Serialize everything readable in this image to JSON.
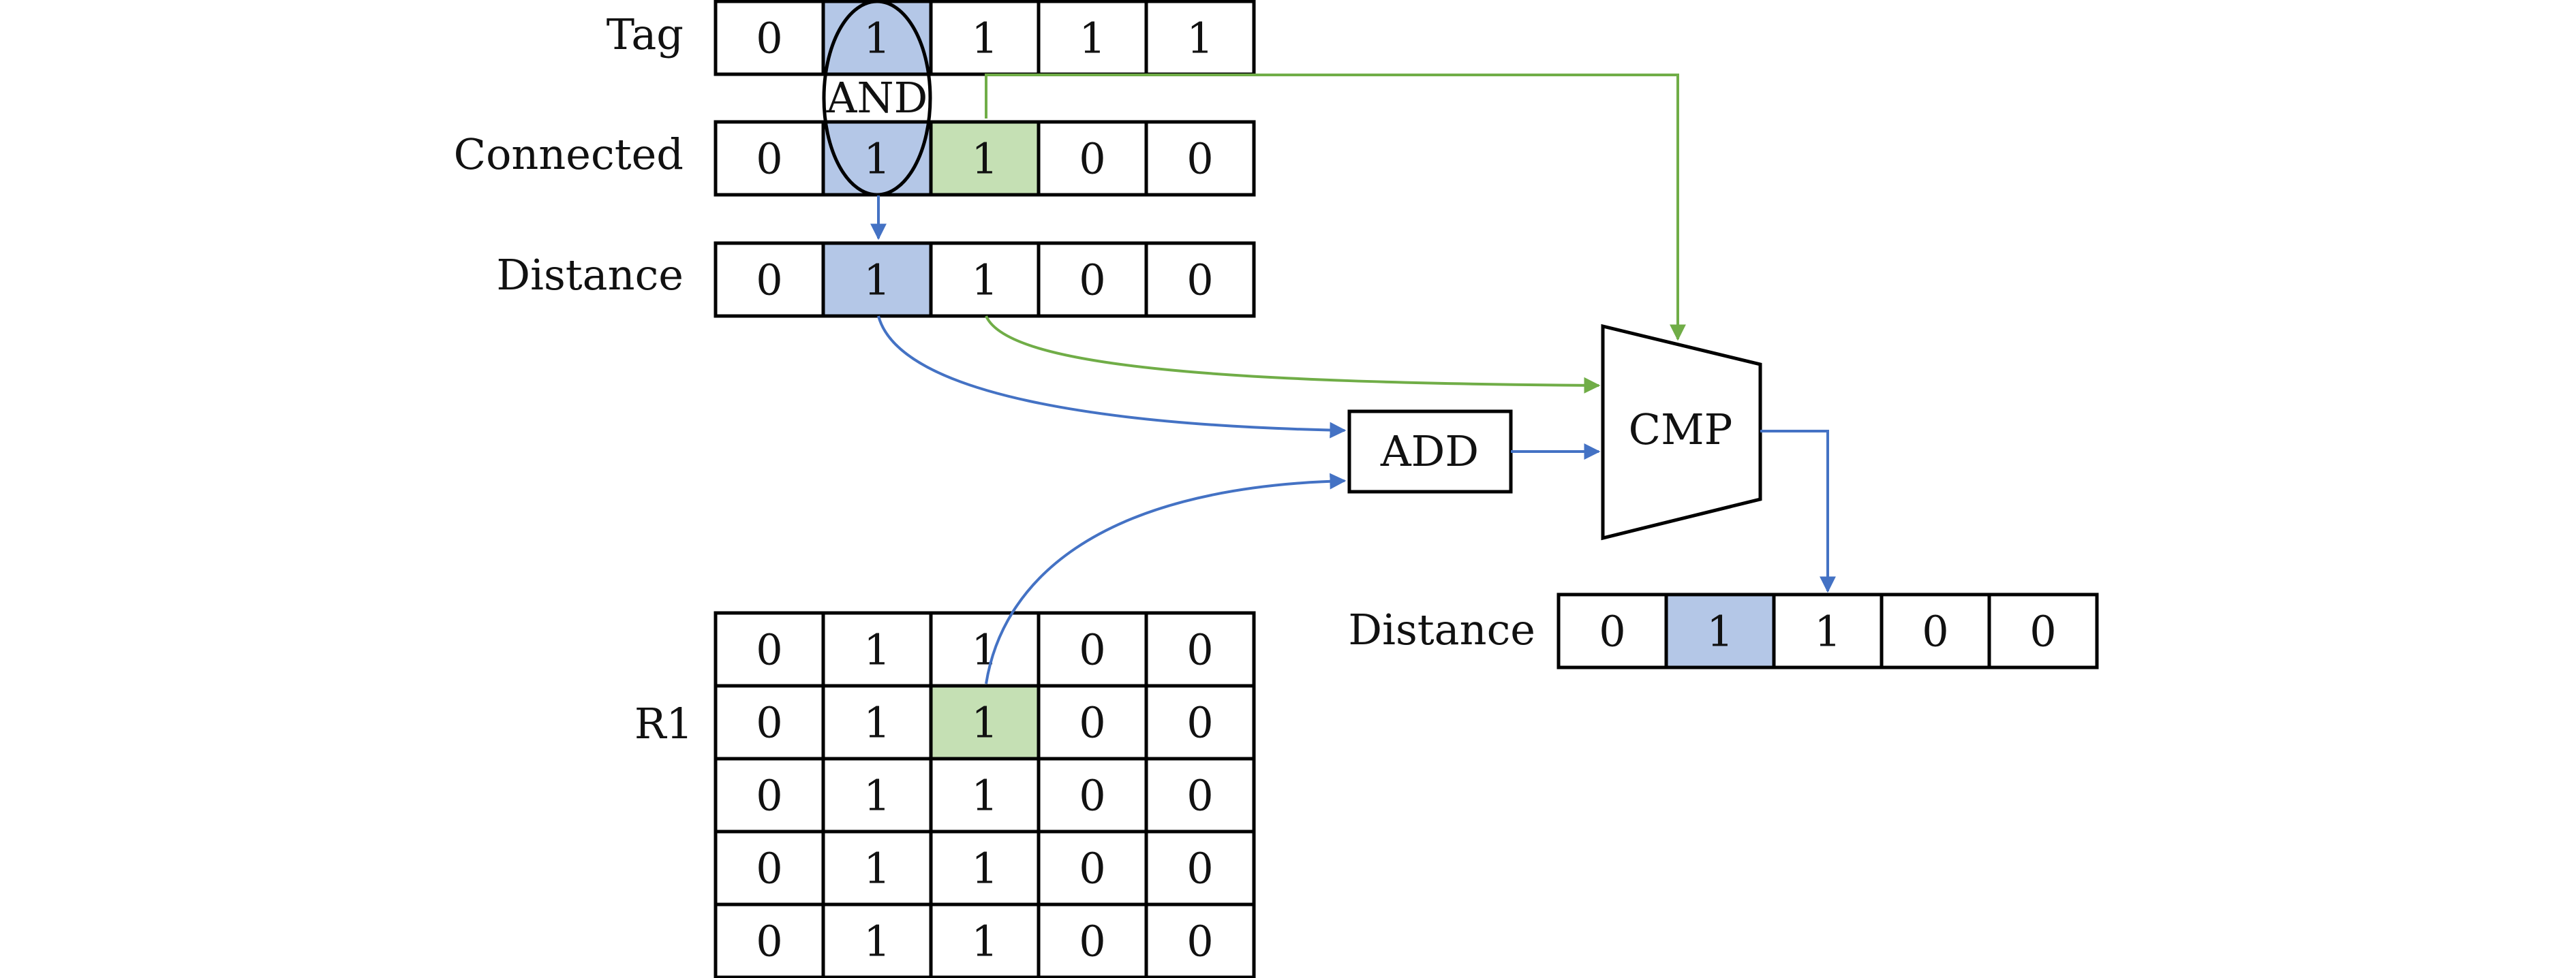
{
  "colors": {
    "highlight_blue": "#b4c7e7",
    "highlight_green": "#c5e0b4",
    "arrow_blue": "#4472c4",
    "arrow_green": "#70ad47",
    "stroke": "#000000"
  },
  "rows": {
    "tag": {
      "label": "Tag",
      "cells": [
        "0",
        "1",
        "1",
        "1",
        "1"
      ],
      "highlight": [
        null,
        "blue",
        null,
        null,
        null
      ]
    },
    "connected": {
      "label": "Connected",
      "cells": [
        "0",
        "1",
        "1",
        "0",
        "0"
      ],
      "highlight": [
        null,
        "blue",
        "green",
        null,
        null
      ]
    },
    "distance_in": {
      "label": "Distance",
      "cells": [
        "0",
        "1",
        "1",
        "0",
        "0"
      ],
      "highlight": [
        null,
        "blue",
        null,
        null,
        null
      ]
    },
    "distance_out": {
      "label": "Distance",
      "cells": [
        "0",
        "1",
        "1",
        "0",
        "0"
      ],
      "highlight": [
        null,
        "blue",
        null,
        null,
        null
      ]
    }
  },
  "r1": {
    "label": "R1",
    "matrix": [
      [
        "0",
        "1",
        "1",
        "0",
        "0"
      ],
      [
        "0",
        "1",
        "1",
        "0",
        "0"
      ],
      [
        "0",
        "1",
        "1",
        "0",
        "0"
      ],
      [
        "0",
        "1",
        "1",
        "0",
        "0"
      ],
      [
        "0",
        "1",
        "1",
        "0",
        "0"
      ]
    ],
    "highlight_cell": {
      "row": 1,
      "col": 2,
      "color": "green"
    }
  },
  "blocks": {
    "and_gate": "AND",
    "adder": "ADD",
    "comparator": "CMP"
  }
}
